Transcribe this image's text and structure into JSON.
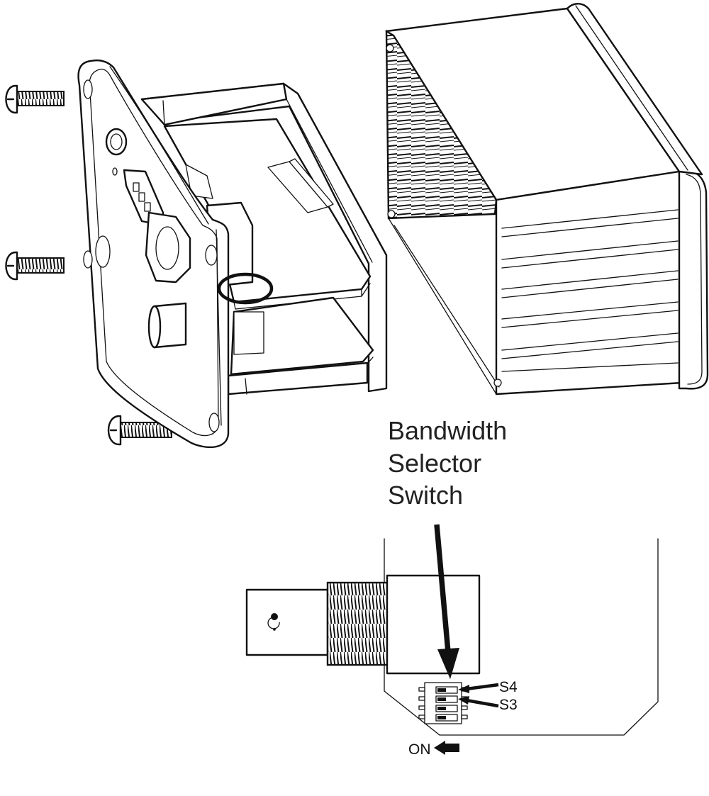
{
  "callout": {
    "line1": "Bandwidth",
    "line2": "Selector",
    "line3": "Switch"
  },
  "switch_labels": {
    "s4": "S4",
    "s3": "S3",
    "on": "ON"
  },
  "colors": {
    "line": "#111111",
    "background": "#ffffff",
    "text": "#222222"
  }
}
